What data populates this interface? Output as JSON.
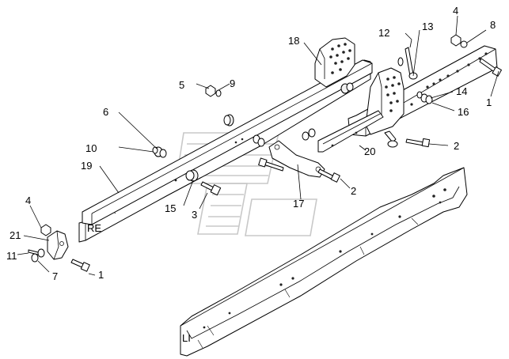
{
  "diagram": {
    "callouts": [
      {
        "id": "c1",
        "label": "1"
      },
      {
        "id": "c2",
        "label": "1"
      },
      {
        "id": "c3",
        "label": "2"
      },
      {
        "id": "c4",
        "label": "2"
      },
      {
        "id": "c5",
        "label": "3"
      },
      {
        "id": "c6",
        "label": "4"
      },
      {
        "id": "c7",
        "label": "4"
      },
      {
        "id": "c8",
        "label": "5"
      },
      {
        "id": "c9",
        "label": "6"
      },
      {
        "id": "c10",
        "label": "7"
      },
      {
        "id": "c11",
        "label": "8"
      },
      {
        "id": "c12",
        "label": "9"
      },
      {
        "id": "c13",
        "label": "10"
      },
      {
        "id": "c14",
        "label": "11"
      },
      {
        "id": "c15",
        "label": "12"
      },
      {
        "id": "c16",
        "label": "13"
      },
      {
        "id": "c17",
        "label": "14"
      },
      {
        "id": "c18",
        "label": "15"
      },
      {
        "id": "c19",
        "label": "16"
      },
      {
        "id": "c20",
        "label": "17"
      },
      {
        "id": "c21",
        "label": "18"
      },
      {
        "id": "c22",
        "label": "19"
      },
      {
        "id": "c23",
        "label": "20"
      },
      {
        "id": "c24",
        "label": "21"
      }
    ],
    "side_labels": {
      "right": "RE",
      "left": "LI"
    }
  }
}
